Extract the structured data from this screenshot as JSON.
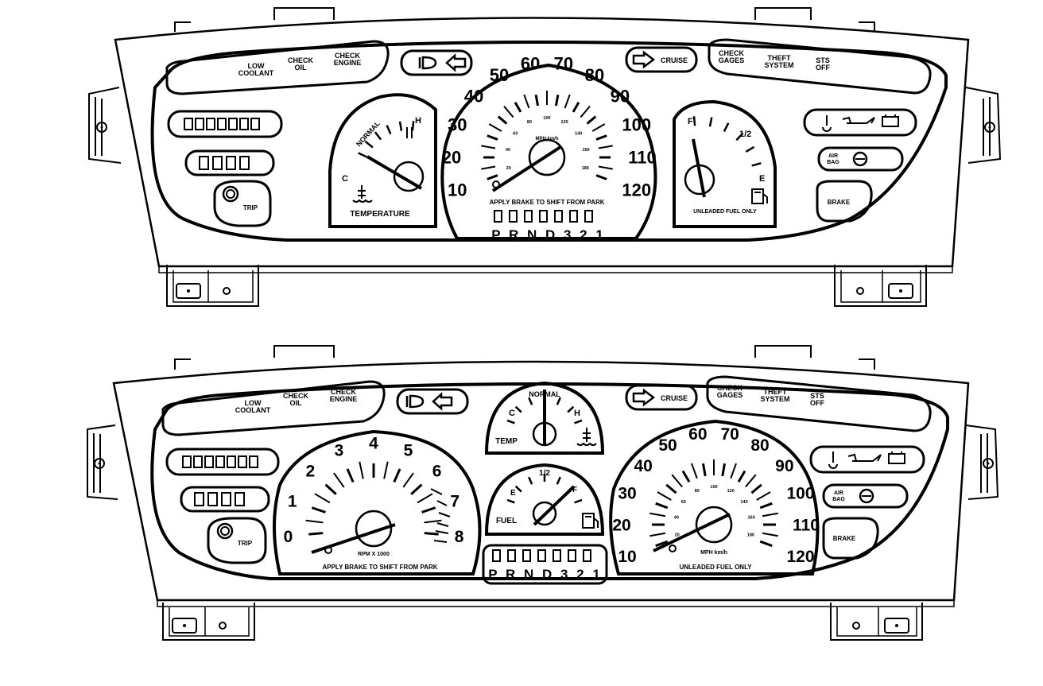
{
  "cluster_top": {
    "warn_left": {
      "low_coolant": [
        "LOW",
        "COOLANT"
      ],
      "check_oil": [
        "CHECK",
        "OIL"
      ],
      "check_engine": [
        "CHECK",
        "ENGINE"
      ]
    },
    "warn_right": {
      "check_gages": [
        "CHECK",
        "GAGES"
      ],
      "theft_system": [
        "THEFT",
        "SYSTEM"
      ],
      "sts_off": [
        "STS",
        "OFF"
      ]
    },
    "cruise_label": "CRUISE",
    "trip_label": "TRIP",
    "brake_label": "BRAKE",
    "airbag_label": [
      "AIR",
      "BAG"
    ],
    "temperature": {
      "c": "C",
      "h": "H",
      "normal": "NORMAL",
      "label": "TEMPERATURE"
    },
    "speedometer": {
      "mph": [
        "10",
        "20",
        "30",
        "40",
        "50",
        "60",
        "70",
        "80",
        "90",
        "100",
        "110",
        "120"
      ],
      "kmh": [
        "20",
        "40",
        "60",
        "80",
        "100",
        "120",
        "140",
        "160",
        "180"
      ],
      "unit": "MPH km/h",
      "note": "APPLY BRAKE TO SHIFT FROM PARK"
    },
    "fuel": {
      "f": "F",
      "half": "1/2",
      "e": "E",
      "note": "UNLEADED FUEL ONLY"
    },
    "prndl": "P R N D 3 2 1"
  },
  "cluster_bottom": {
    "warn_left": {
      "low_coolant": [
        "LOW",
        "COOLANT"
      ],
      "check_oil": [
        "CHECK",
        "OIL"
      ],
      "check_engine": [
        "CHECK",
        "ENGINE"
      ]
    },
    "warn_right": {
      "check_gages": [
        "CHECK",
        "GAGES"
      ],
      "theft_system": [
        "THEFT",
        "SYSTEM"
      ],
      "sts_off": [
        "STS",
        "OFF"
      ]
    },
    "cruise_label": "CRUISE",
    "trip_label": "TRIP",
    "brake_label": "BRAKE",
    "airbag_label": [
      "AIR",
      "BAG"
    ],
    "tachometer": {
      "rpm": [
        "0",
        "1",
        "2",
        "3",
        "4",
        "5",
        "6",
        "7",
        "8"
      ],
      "unit": "RPM X 1000",
      "note": "APPLY BRAKE TO SHIFT FROM PARK"
    },
    "temp": {
      "c": "C",
      "h": "H",
      "normal": "NORMAL",
      "label": "TEMP"
    },
    "fuel": {
      "e": "E",
      "half": "1/2",
      "f": "F",
      "label": "FUEL"
    },
    "speedometer": {
      "mph": [
        "10",
        "20",
        "30",
        "40",
        "50",
        "60",
        "70",
        "80",
        "90",
        "100",
        "110",
        "120"
      ],
      "kmh": [
        "20",
        "40",
        "60",
        "80",
        "100",
        "120",
        "140",
        "160",
        "180"
      ],
      "unit": "MPH km/h",
      "note": "UNLEADED FUEL ONLY"
    },
    "prndl": "P R N D 3 2 1"
  }
}
